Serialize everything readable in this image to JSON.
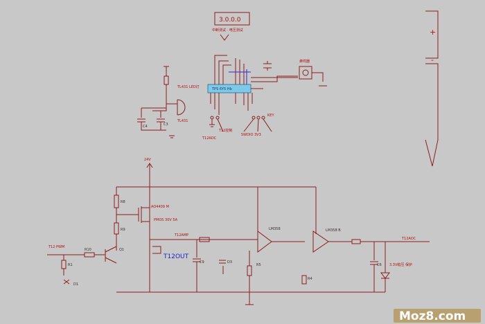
{
  "labels": {
    "display": "3.0.0.0",
    "display_caption": "中断测试 · 电压测试",
    "opto_caption": "TL431 LED灯",
    "chip_label": "TPS 6Y5 Hb",
    "speaker_caption": "蜂鸣器",
    "tl431": "TL431",
    "cap_c4": "C4",
    "cap_c3": "C3",
    "out_t12": "T12控制",
    "out_t12adc": "T12ADC",
    "out_k": "KEY",
    "out_bus": "SWDIO  3V3",
    "plus": "+",
    "minus": "-",
    "vcc24": "24V",
    "r_r8": "R8",
    "r_r9": "R9",
    "mos_part": "AO4409 M",
    "mos_spec": "PMOS 30V 5A",
    "t12amp": "T12AMP",
    "t12out": "T12OUT",
    "opamp1": "LM358",
    "opamp2": "LM358 B",
    "t12adc_out": "T12ADC",
    "in_label": "T12 PWM",
    "r_r10": "R10",
    "q_q1": "Q1",
    "r_r1": "R1",
    "led_d1": "D1",
    "cap_c9": "C9",
    "zd_d3": "D3",
    "r_r5": "R5",
    "r_r4": "R4",
    "cap_c6": "C6",
    "diode_note": "3.3V稳压 保护",
    "watermark": "Moz8.com"
  },
  "colors": {
    "background": "#c8c8c8",
    "wire": "#8c1c1c",
    "blue_wire": "#2a2ad0",
    "chip": "#7ec8e8",
    "watermark_bg": "#b8a070"
  }
}
